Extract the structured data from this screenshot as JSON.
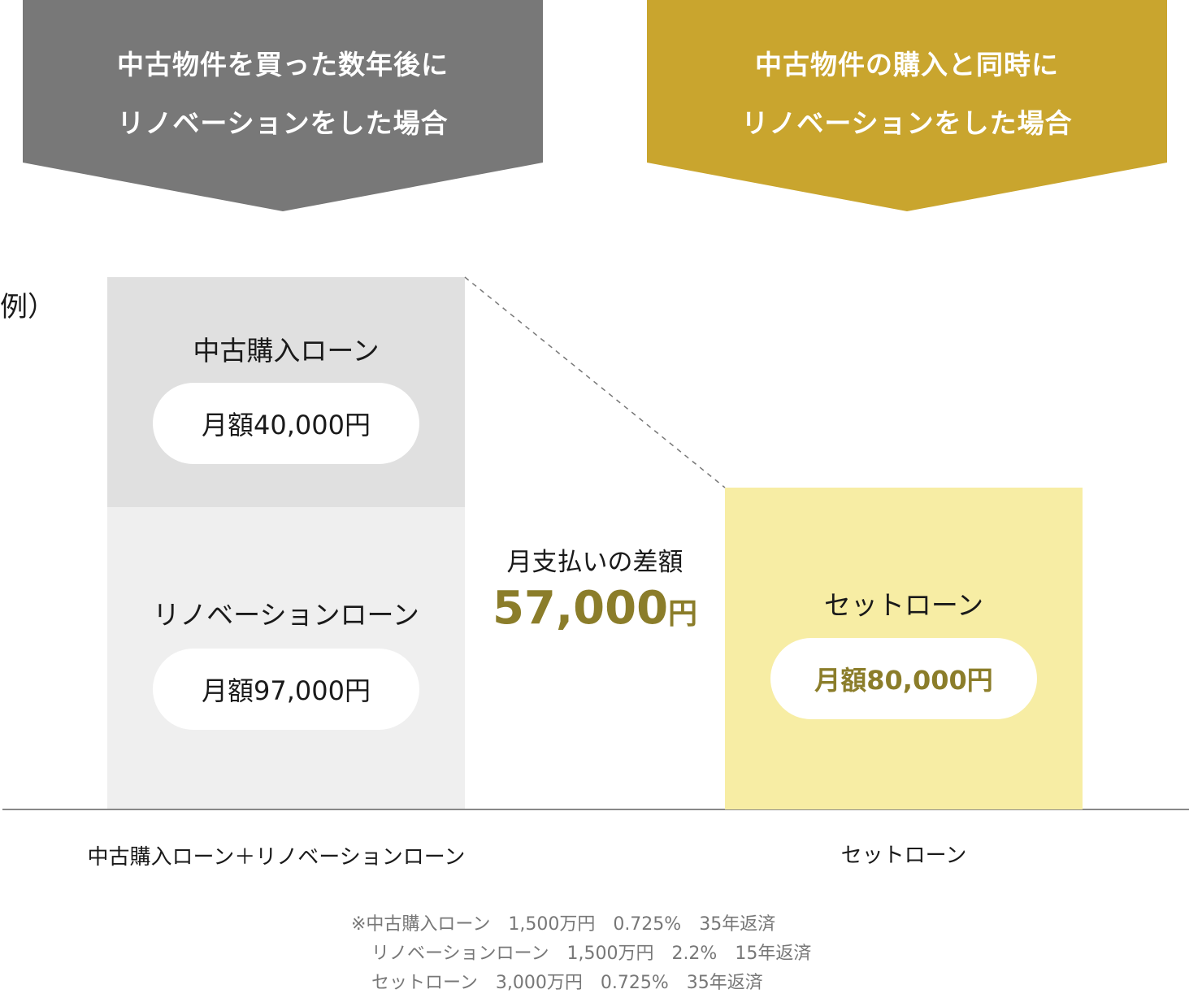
{
  "banners": [
    {
      "line1": "中古物件を買った数年後に",
      "line2": "リノベーションをした場合",
      "color": "#787878"
    },
    {
      "line1": "中古物件の購入と同時に",
      "line2": "リノベーションをした場合",
      "color": "#C9A52E"
    }
  ],
  "example_label": "例）",
  "left": {
    "purchase": {
      "title": "中古購入ローン",
      "amount": "月額40,000円"
    },
    "renovation": {
      "title": "リノベーションローン",
      "amount": "月額97,000円"
    },
    "caption": "中古購入ローン＋リノベーションローン"
  },
  "difference": {
    "label": "月支払いの差額",
    "value": "57,000",
    "unit": "円"
  },
  "right": {
    "title": "セットローン",
    "amount": "月額80,000円",
    "caption": "セットローン"
  },
  "notes": [
    "※中古購入ローン　1,500万円　0.725%　35年返済",
    "リノベーションローン　1,500万円　2.2%　15年返済",
    "セットローン　3,000万円　0.725%　35年返済"
  ]
}
